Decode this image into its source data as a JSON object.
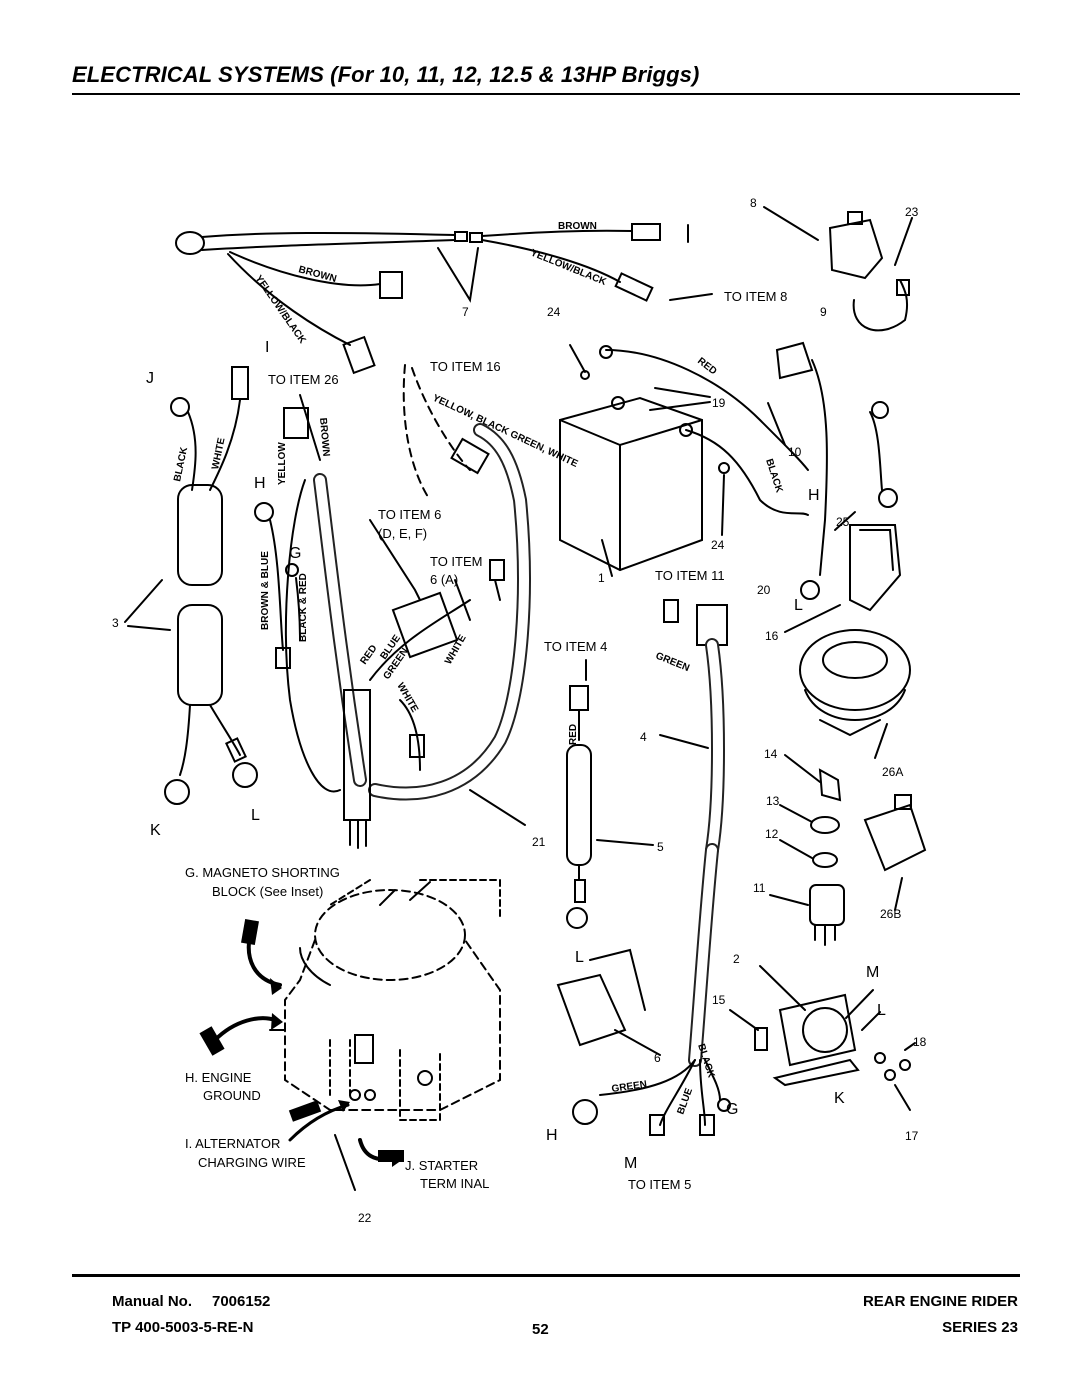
{
  "title": "ELECTRICAL SYSTEMS (For 10, 11, 12, 12.5 & 13HP Briggs)",
  "footer": {
    "manual_label": "Manual No.",
    "manual_no": "7006152",
    "tp": "TP 400-5003-5-RE-N",
    "page": "52",
    "product": "REAR ENGINE RIDER",
    "series": "SERIES 23"
  },
  "callouts": {
    "n1": "1",
    "n2": "2",
    "n3": "3",
    "n4": "4",
    "n5": "5",
    "n6": "6",
    "n7": "7",
    "n8": "8",
    "n9": "9",
    "n10": "10",
    "n11": "11",
    "n12": "12",
    "n13": "13",
    "n14": "14",
    "n15": "15",
    "n16": "16",
    "n17": "17",
    "n18": "18",
    "n19": "19",
    "n20": "20",
    "n21": "21",
    "n22": "22",
    "n23": "23",
    "n24a": "24",
    "n24b": "24",
    "n25": "25",
    "n26a": "26A",
    "n26b": "26B"
  },
  "letters": {
    "I": "I",
    "J": "J",
    "H1": "H",
    "G1": "G",
    "K1": "K",
    "L1": "L",
    "H2": "H",
    "L2": "L",
    "L3": "L",
    "M1": "M",
    "L4": "L",
    "K2": "K",
    "G2": "G",
    "H3": "H",
    "M2": "M"
  },
  "to_item": {
    "item26": "TO ITEM 26",
    "item16": "TO ITEM 16",
    "item8": "TO ITEM 8",
    "item6def": "TO ITEM 6",
    "item6def_sub": "(D, E, F)",
    "item6a": "TO ITEM",
    "item6a_sub": "6 (A)",
    "item11": "TO ITEM 11",
    "item4": "TO ITEM 4",
    "item5": "TO ITEM 5"
  },
  "wire_colors": {
    "brown_top": "BROWN",
    "yellow_black_top": "YELLOW/BLACK",
    "brown_left": "BROWN",
    "yellow_black_left": "YELLOW/BLACK",
    "black_j": "BLACK",
    "white_j": "WHITE",
    "yellow": "YELLOW",
    "brown_mid": "BROWN",
    "yellow_black_green_white": "YELLOW, BLACK GREEN, WHITE",
    "brown_blue": "BROWN & BLUE",
    "black_red": "BLACK & RED",
    "red_h": "RED",
    "blue_h": "BLUE",
    "green_h": "GREEN",
    "white_h1": "WHITE",
    "white_h2": "WHITE",
    "red_batt": "RED",
    "black_batt": "BLACK",
    "green_4": "GREEN",
    "red_5": "RED",
    "black_6": "BLACK",
    "green_6": "GREEN",
    "blue_6": "BLUE"
  },
  "engine_notes": {
    "g": "G. MAGNETO SHORTING",
    "g_sub": "BLOCK (See Inset)",
    "h": "H. ENGINE",
    "h_sub": "GROUND",
    "i": "I. ALTERNATOR",
    "i_sub": "CHARGING WIRE",
    "j": "J. STARTER",
    "j_sub": "TERM INAL"
  }
}
